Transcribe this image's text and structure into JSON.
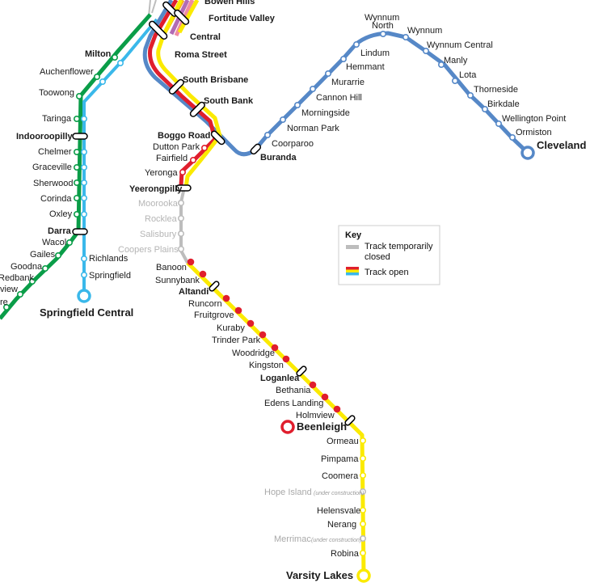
{
  "colors": {
    "green": "#0a9d48",
    "cyan": "#3ab8ea",
    "red": "#e01e2d",
    "yellow": "#fbea00",
    "blue": "#5688c7",
    "purple": "#b26bb4",
    "pink": "#f08aa0",
    "orange": "#f5a623",
    "grey": "#bdbdbd"
  },
  "key": {
    "title": "Key",
    "closed_label_line1": "Track temporarily",
    "closed_label_line2": "closed",
    "open_label": "Track open"
  },
  "stations": {
    "bowen_hills": "Bowen Hills",
    "fortitude_valley": "Fortitude Valley",
    "central": "Central",
    "roma_street": "Roma Street",
    "south_brisbane": "South Brisbane",
    "south_bank": "South Bank",
    "boggo_road": "Boggo Road",
    "dutton_park": "Dutton Park",
    "fairfield": "Fairfield",
    "yeronga": "Yeronga",
    "yeerongpilly": "Yeerongpilly",
    "moorooka": "Moorooka",
    "rocklea": "Rocklea",
    "salisbury": "Salisbury",
    "coopers_plains": "Coopers Plains",
    "banoon": "Banoon",
    "sunnybank": "Sunnybank",
    "altandi": "Altandi",
    "runcorn": "Runcorn",
    "fruitgrove": "Fruitgrove",
    "kuraby": "Kuraby",
    "trinder_park": "Trinder Park",
    "woodridge": "Woodridge",
    "kingston": "Kingston",
    "loganlea": "Loganlea",
    "bethania": "Bethania",
    "edens_landing": "Edens Landing",
    "holmview": "Holmview",
    "beenleigh": "Beenleigh",
    "ormeau": "Ormeau",
    "pimpama": "Pimpama",
    "coomera": "Coomera",
    "hope_island": "Hope Island",
    "hope_island_note": "(under construction)",
    "helensvale": "Helensvale",
    "nerang": "Nerang",
    "merrimac": "Merrimac",
    "merrimac_note": "(under construction)",
    "robina": "Robina",
    "varsity_lakes": "Varsity Lakes",
    "milton": "Milton",
    "auchenflower": "Auchenflower",
    "toowong": "Toowong",
    "taringa": "Taringa",
    "indooroopilly": "Indooroopilly",
    "chelmer": "Chelmer",
    "graceville": "Graceville",
    "sherwood": "Sherwood",
    "corinda": "Corinda",
    "oxley": "Oxley",
    "darra": "Darra",
    "wacol": "Wacol",
    "gailes": "Gailes",
    "goodna": "Goodna",
    "redbank": "Redbank",
    "riverview_partial": "view",
    "dinmore_partial": "re",
    "richlands": "Richlands",
    "springfield": "Springfield",
    "springfield_central": "Springfield Central",
    "buranda": "Buranda",
    "coorparoo": "Coorparoo",
    "norman_park": "Norman Park",
    "morningside": "Morningside",
    "cannon_hill": "Cannon Hill",
    "murarrie": "Murarrie",
    "hemmant": "Hemmant",
    "lindum": "Lindum",
    "wynnum_north_1": "Wynnum",
    "wynnum_north_2": "North",
    "wynnum": "Wynnum",
    "wynnum_central": "Wynnum Central",
    "manly": "Manly",
    "lota": "Lota",
    "thorneside": "Thorneside",
    "birkdale": "Birkdale",
    "wellington_point": "Wellington Point",
    "ormiston": "Ormiston",
    "cleveland": "Cleveland"
  }
}
